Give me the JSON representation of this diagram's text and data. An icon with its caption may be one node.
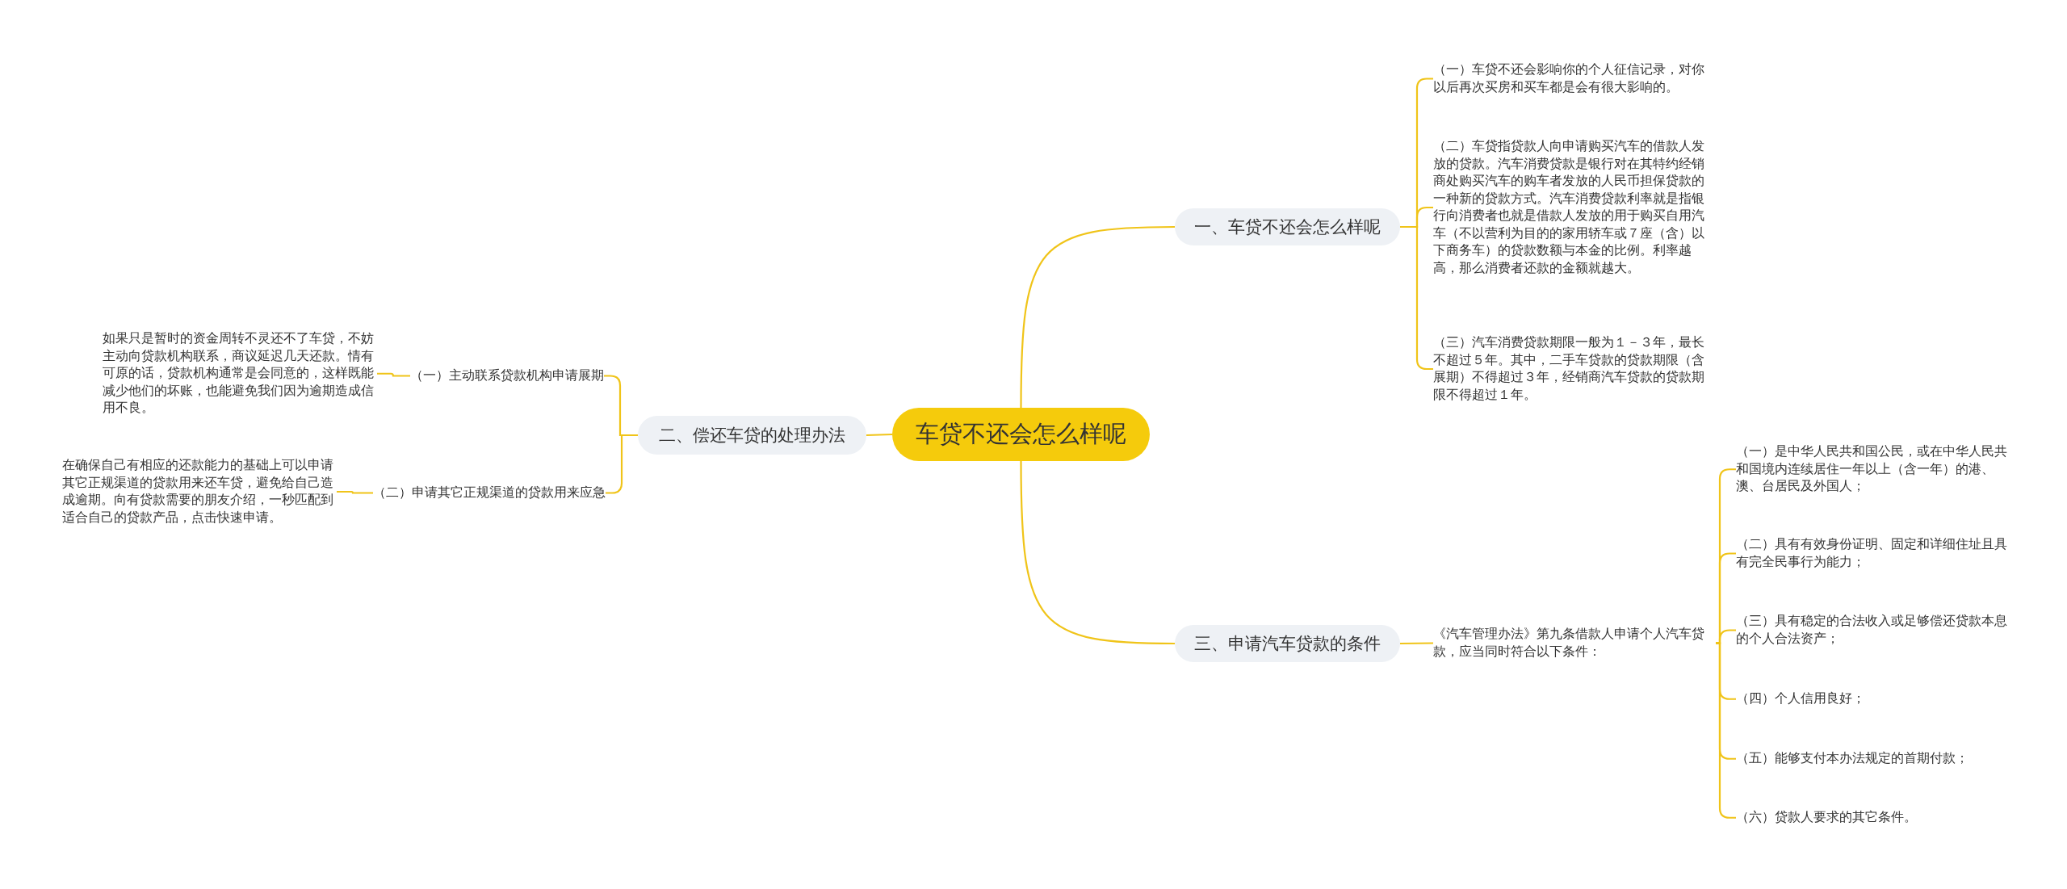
{
  "diagram": {
    "nodes": [
      {
        "text": [
          "车贷不还会怎么样呢"
        ]
      },
      {
        "text": [
          "一、车贷不还会怎么样呢"
        ]
      },
      {
        "text": [
          "（一）车贷不还会影响你的个人征信记录，对你以后再次买房和买车都是会有很大影响的。"
        ]
      },
      {
        "text": [
          "（二）车贷指贷款人向申请购买汽车的借款人发放的贷款。汽车消费贷款是银行对在其特约经销商处购买汽车的购车者发放的人民币担保贷款的一种新的贷款方式。汽车消费贷款利率就是指银行向消费者也就是借款人发放的用于购买自用汽车（不以营利为目的的家用轿车或７座（含）以下商务车）的贷款数额与本金的比例。利率越高，那么消费者还款的金额就越大。"
        ]
      },
      {
        "text": [
          "（三）汽车消费贷款期限一般为１－３年，最长不超过５年。其中，二手车贷款的贷款期限（含展期）不得超过３年，经销商汽车贷款的贷款期限不得超过１年。"
        ]
      },
      {
        "text": [
          "二、偿还车贷的处理办法"
        ]
      },
      {
        "text": [
          "（一）主动联系贷款机构申请展期"
        ]
      },
      {
        "text": [
          "如果只是暂时的资金周转不灵还不了车贷，不妨主动向贷款机构联系，商议延迟几天还款。情有可原的话，贷款机构通常是会同意的，这样既能减少他们的坏账，也能避免我们因为逾期造成信用不良。"
        ]
      },
      {
        "text": [
          "（二）申请其它正规渠道的贷款用来应急"
        ]
      },
      {
        "text": [
          "在确保自己有相应的还款能力的基础上可以申请其它正规渠道的贷款用来还车贷，避免给自己造成逾期。向有贷款需要的朋友介绍，一秒匹配到适合自己的贷款产品，点击快速申请。"
        ]
      },
      {
        "text": [
          "三、申请汽车贷款的条件"
        ]
      },
      {
        "text": [
          "《汽车管理办法》第九条借款人申请个人汽车贷款，应当同时符合以下条件："
        ]
      },
      {
        "text": [
          "（一）是中华人民共和国公民，或在中华人民共和国境内连续居住一年以上（含一年）的港、澳、台居民及外国人；"
        ]
      },
      {
        "text": [
          "（二）具有有效身份证明、固定和详细住址且具有完全民事行为能力；"
        ]
      },
      {
        "text": [
          "（三）具有稳定的合法收入或足够偿还贷款本息的个人合法资产；"
        ]
      },
      {
        "text": [
          "（四）个人信用良好；"
        ]
      },
      {
        "text": [
          "（五）能够支付本办法规定的首期付款；"
        ]
      },
      {
        "text": [
          "（六）贷款人要求的其它条件。"
        ]
      }
    ],
    "edges": [
      {
        "from": 0,
        "to": 1,
        "arrow": "none"
      },
      {
        "from": 1,
        "to": 2,
        "arrow": "none"
      },
      {
        "from": 1,
        "to": 3,
        "arrow": "none"
      },
      {
        "from": 1,
        "to": 4,
        "arrow": "none"
      },
      {
        "from": 0,
        "to": 5,
        "arrow": "none"
      },
      {
        "from": 5,
        "to": 6,
        "arrow": "none"
      },
      {
        "from": 6,
        "to": 7,
        "arrow": "none"
      },
      {
        "from": 5,
        "to": 8,
        "arrow": "none"
      },
      {
        "from": 8,
        "to": 9,
        "arrow": "none"
      },
      {
        "from": 0,
        "to": 10,
        "arrow": "none"
      },
      {
        "from": 10,
        "to": 11,
        "arrow": "none"
      },
      {
        "from": 11,
        "to": 12,
        "arrow": "none"
      },
      {
        "from": 11,
        "to": 13,
        "arrow": "none"
      },
      {
        "from": 11,
        "to": 14,
        "arrow": "none"
      },
      {
        "from": 11,
        "to": 15,
        "arrow": "none"
      },
      {
        "from": 11,
        "to": 16,
        "arrow": "none"
      },
      {
        "from": 11,
        "to": 17,
        "arrow": "none"
      }
    ]
  }
}
